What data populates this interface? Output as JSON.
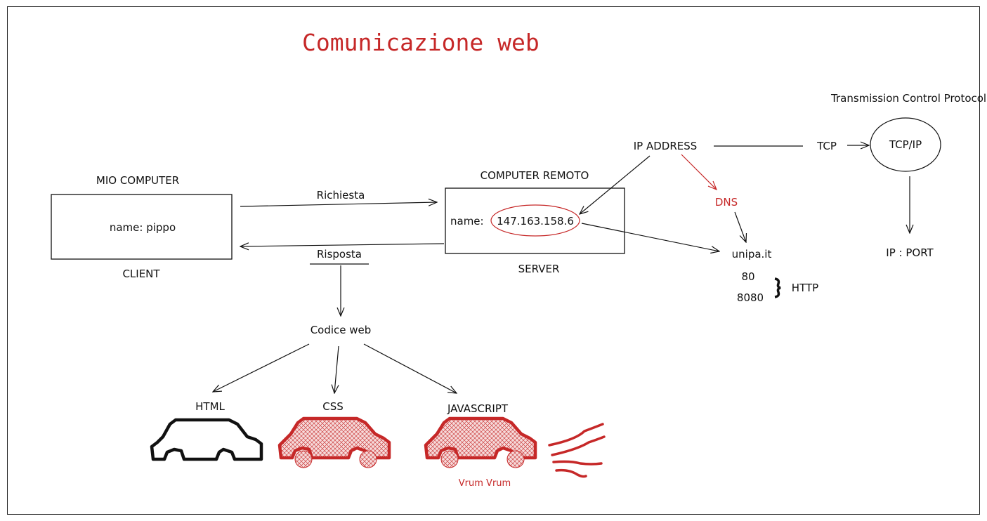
{
  "title": "Comunicazione web",
  "client": {
    "header": "MIO COMPUTER",
    "name_text": "name:  pippo",
    "role": "CLIENT"
  },
  "server": {
    "header": "COMPUTER REMOTO",
    "name_label": "name:",
    "ip": "147.163.158.6",
    "role": "SERVER"
  },
  "arrows": {
    "request": "Richiesta",
    "response": "Risposta"
  },
  "web_code": {
    "label": "Codice web",
    "items": [
      {
        "label": "HTML"
      },
      {
        "label": "CSS"
      },
      {
        "label": "JAVASCRIPT",
        "note": "Vrum Vrum"
      }
    ]
  },
  "network": {
    "ip_address": "IP ADDRESS",
    "dns": "DNS",
    "domain": "unipa.it",
    "ports": [
      "80",
      "8080"
    ],
    "ports_protocol": "HTTP",
    "tcp": "TCP",
    "tcp_ip": "TCP/IP",
    "tcp_full": "Transmission Control Protocol",
    "ip_port": "IP : PORT"
  },
  "colors": {
    "accent": "#c62828",
    "ink": "#111111"
  }
}
